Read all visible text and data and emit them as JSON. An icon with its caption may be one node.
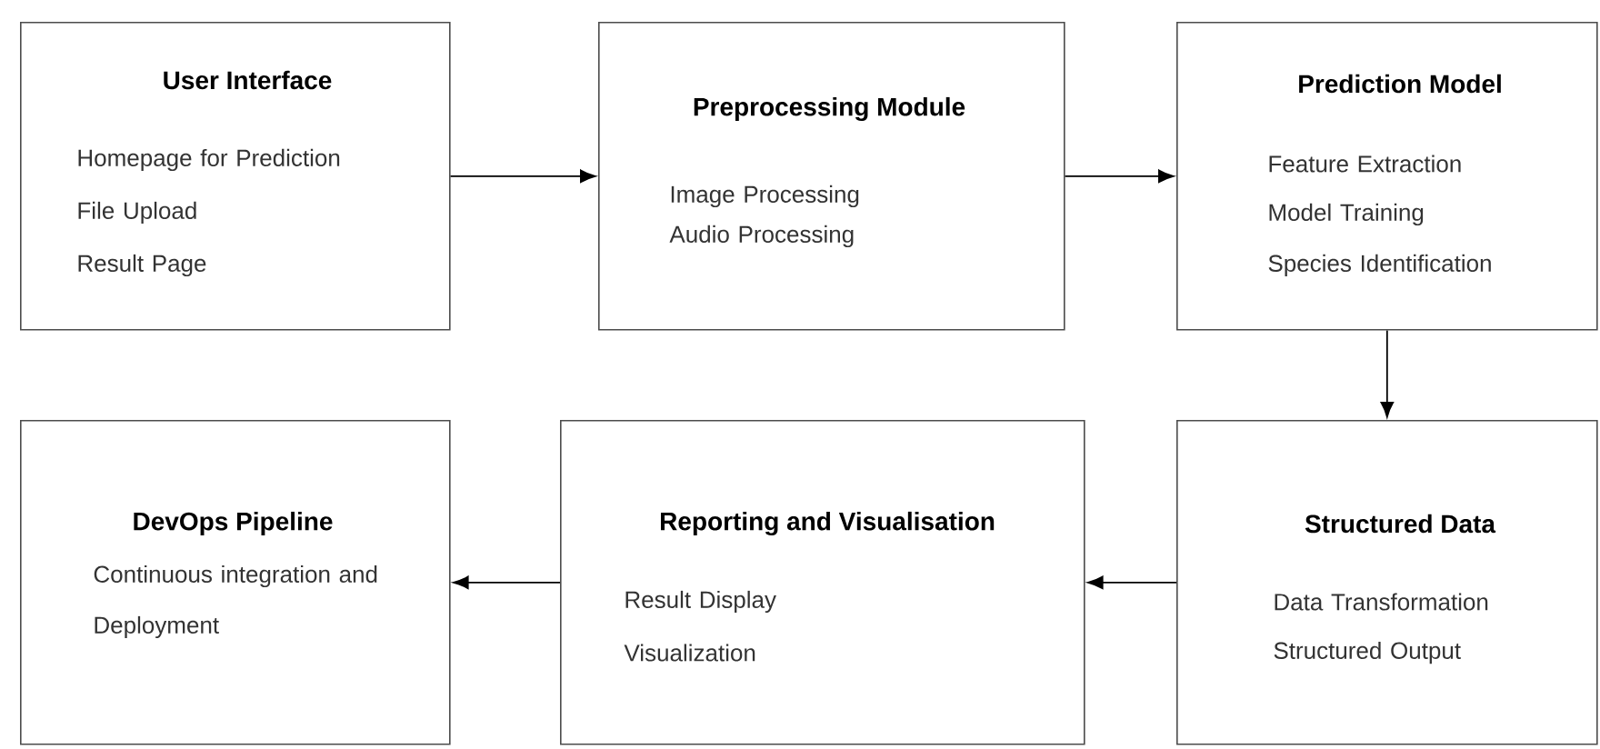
{
  "diagram": {
    "nodes": [
      {
        "text": [
          "User Interface",
          "Homepage for Prediction",
          "File Upload",
          "Result Page"
        ]
      },
      {
        "text": [
          "Preprocessing Module",
          "Image Processing",
          "Audio Processing"
        ]
      },
      {
        "text": [
          "Prediction Model",
          "Feature Extraction",
          "Model Training",
          "Species Identification"
        ]
      },
      {
        "text": [
          "Structured Data",
          "Data Transformation",
          "Structured Output"
        ]
      },
      {
        "text": [
          "Reporting and Visualisation",
          "Result Display",
          "Visualization"
        ]
      },
      {
        "text": [
          "DevOps Pipeline",
          "Continuous integration and Deployment"
        ]
      }
    ],
    "edges": [
      {
        "from": 0,
        "to": 1,
        "arrow": "to"
      },
      {
        "from": 1,
        "to": 2,
        "arrow": "to"
      },
      {
        "from": 2,
        "to": 3,
        "arrow": "to"
      },
      {
        "from": 3,
        "to": 4,
        "arrow": "to"
      },
      {
        "from": 4,
        "to": 5,
        "arrow": "to"
      }
    ]
  }
}
